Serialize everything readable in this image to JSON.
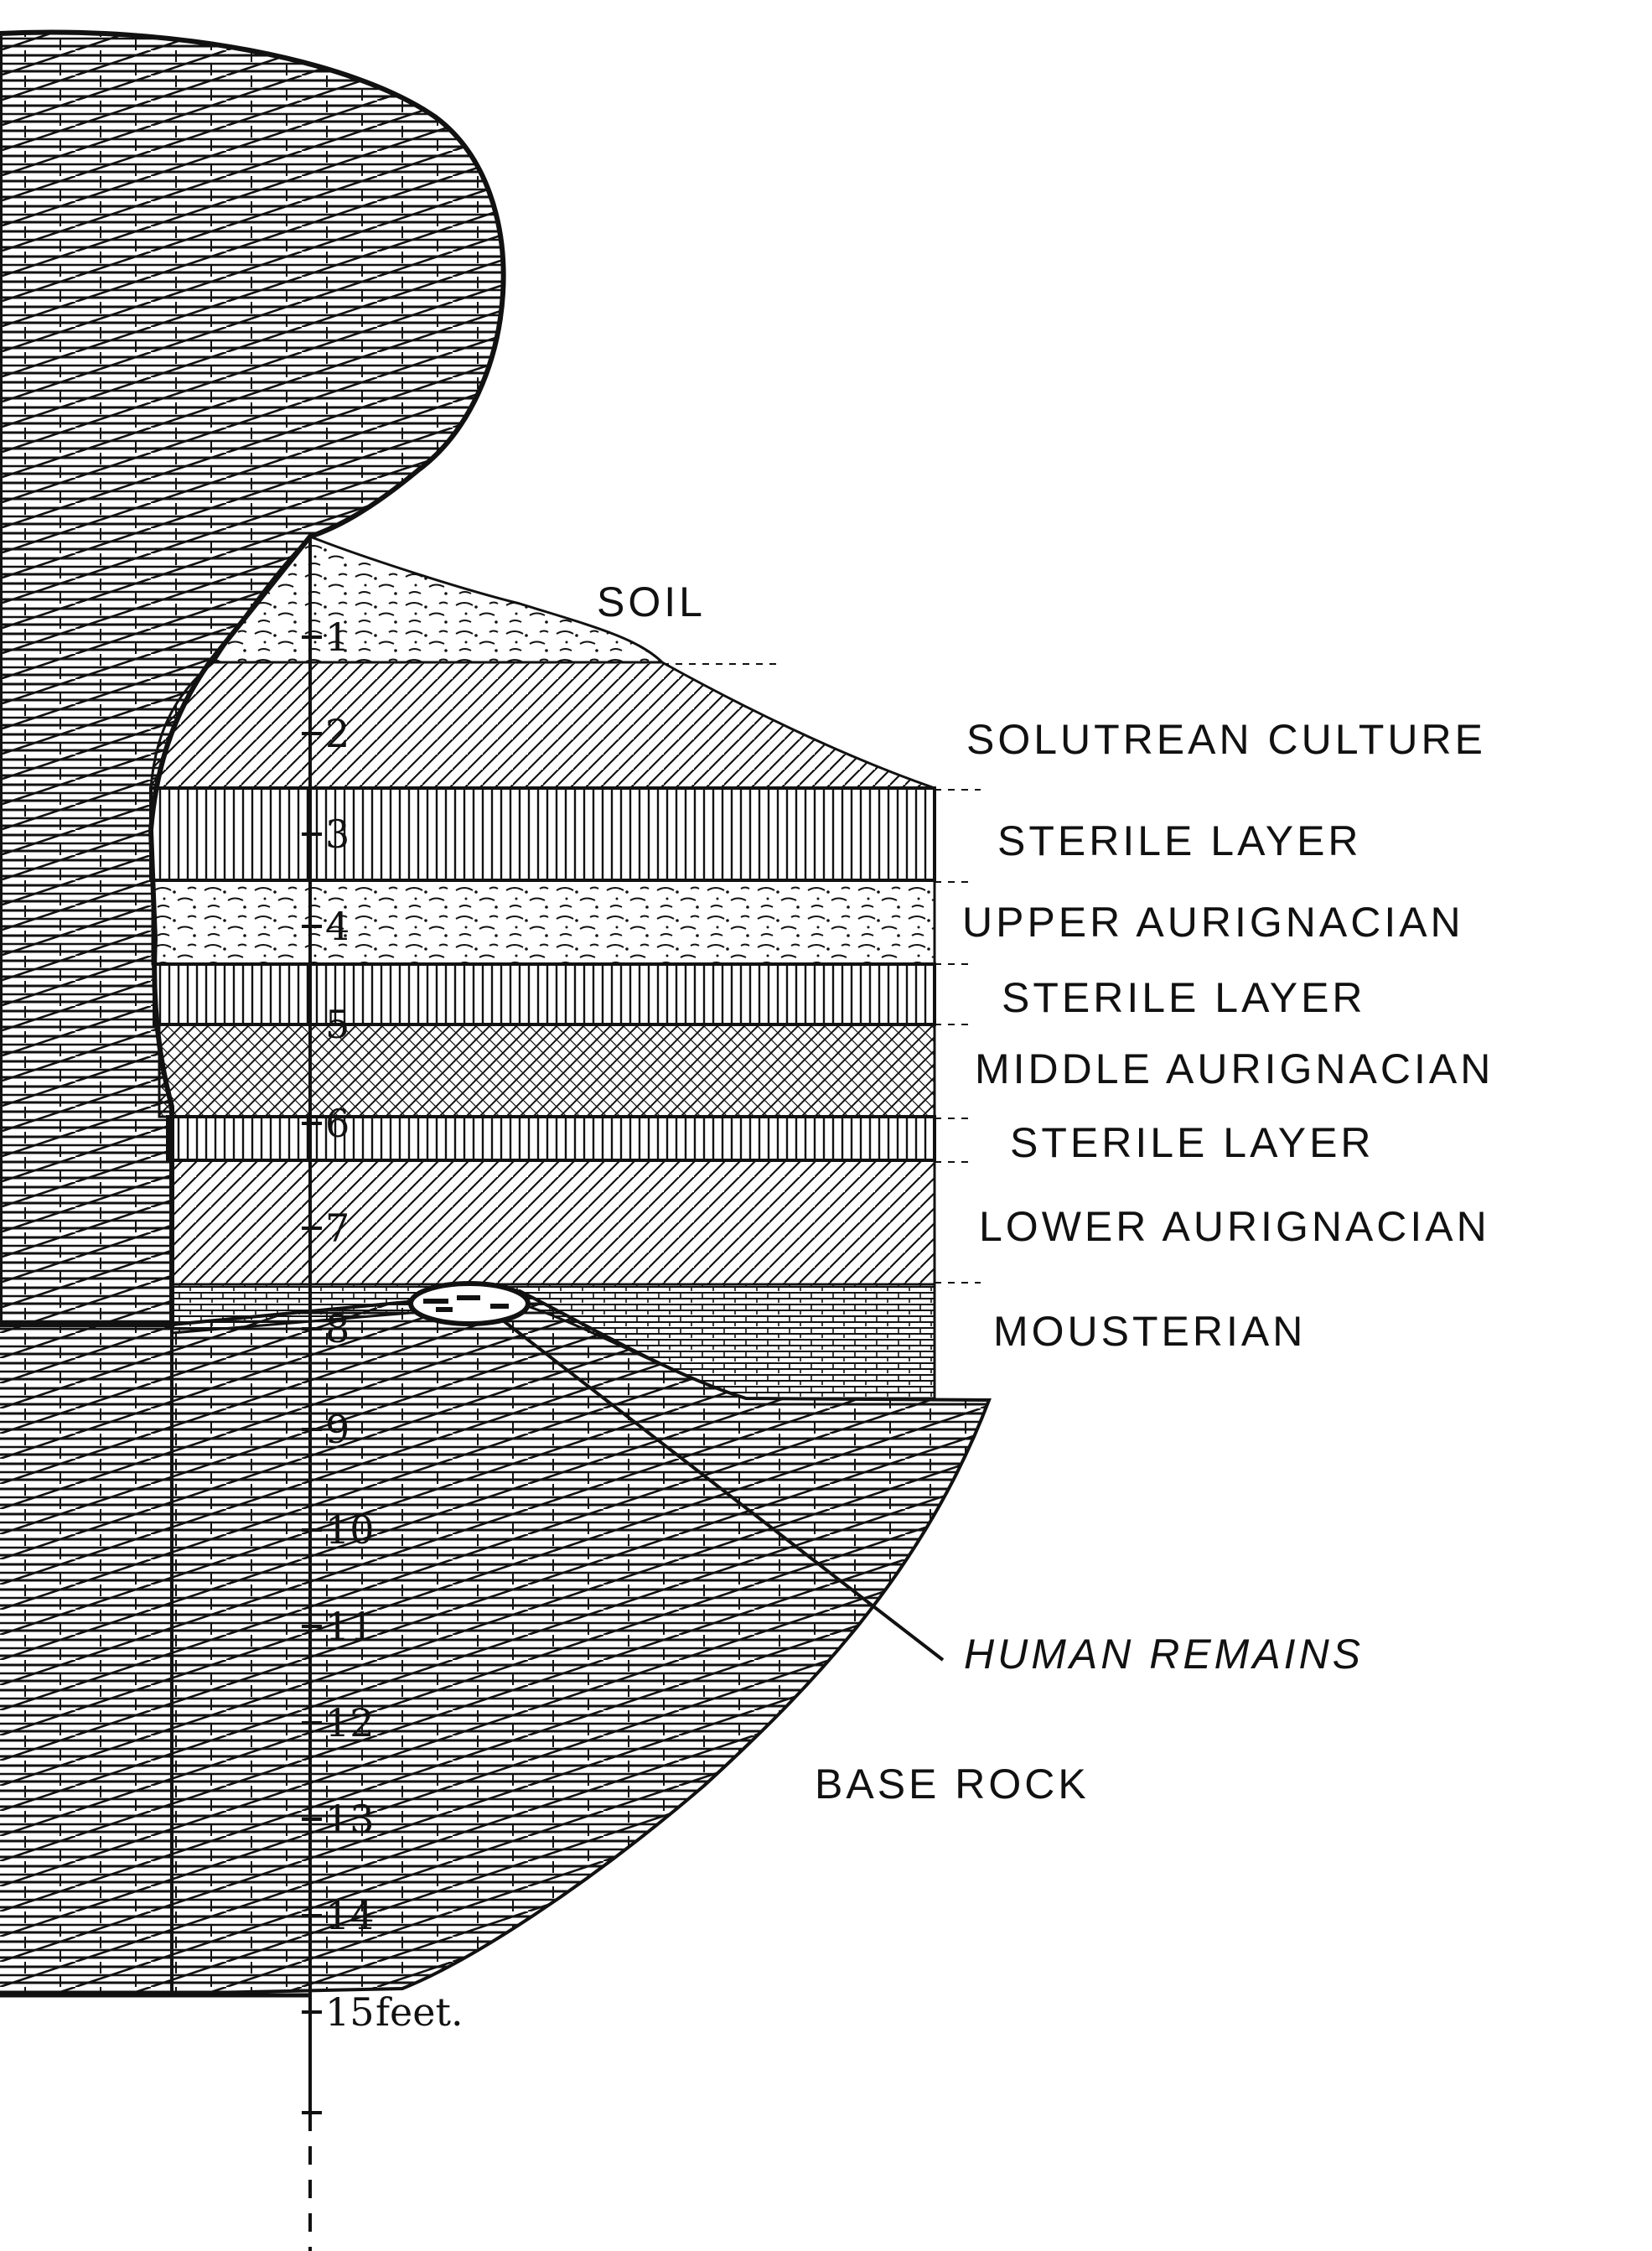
{
  "diagram": {
    "layers": [
      {
        "id": "soil",
        "label": "SOIL"
      },
      {
        "id": "solutrean",
        "label": "SOLUTREAN CULTURE"
      },
      {
        "id": "sterile1",
        "label": "STERILE LAYER"
      },
      {
        "id": "upper-aurignacian",
        "label": "UPPER AURIGNACIAN"
      },
      {
        "id": "sterile2",
        "label": "STERILE LAYER"
      },
      {
        "id": "middle-aurignacian",
        "label": "MIDDLE AURIGNACIAN"
      },
      {
        "id": "sterile3",
        "label": "STERILE LAYER"
      },
      {
        "id": "lower-aurignacian",
        "label": "LOWER AURIGNACIAN"
      },
      {
        "id": "mousterian",
        "label": "MOUSTERIAN"
      }
    ],
    "annotations": {
      "human_remains": "HUMAN REMAINS",
      "base_rock": "BASE ROCK"
    },
    "scale": {
      "ticks": [
        "1",
        "2",
        "3",
        "4",
        "5",
        "6",
        "7",
        "8",
        "9",
        "10",
        "11",
        "12",
        "13",
        "14"
      ],
      "last_tick": "15",
      "unit": "feet."
    }
  }
}
